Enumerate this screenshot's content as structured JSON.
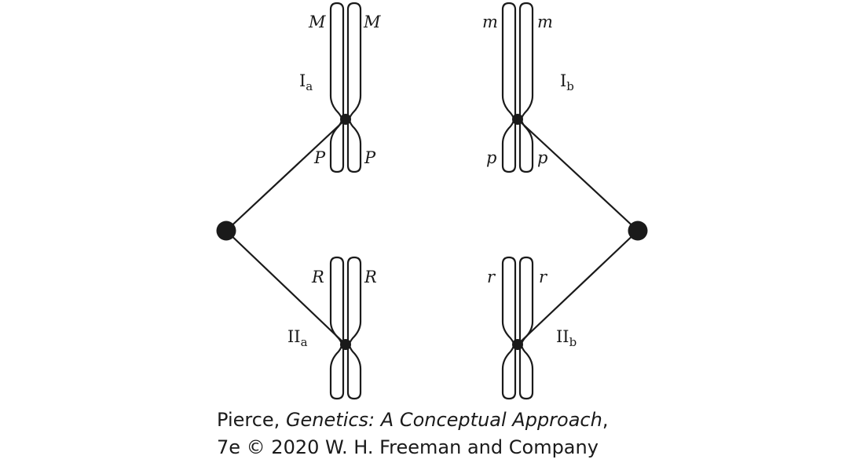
{
  "alleles": {
    "Ia_top_left": "M",
    "Ia_top_right": "M",
    "Ia_bottom_left": "P",
    "Ia_bottom_right": "P",
    "Ib_top_left": "m",
    "Ib_top_right": "m",
    "Ib_bottom_left": "p",
    "Ib_bottom_right": "p",
    "IIa_left": "R",
    "IIa_right": "R",
    "IIb_left": "r",
    "IIb_right": "r"
  },
  "chromosome_labels": {
    "Ia": {
      "base": "I",
      "sub": "a"
    },
    "Ib": {
      "base": "I",
      "sub": "b"
    },
    "IIa": {
      "base": "II",
      "sub": "a"
    },
    "IIb": {
      "base": "II",
      "sub": "b"
    }
  },
  "caption": {
    "author": "Pierce, ",
    "book_title": "Genetics: A Conceptual Approach",
    "line1_end": ",",
    "line2": "7e © 2020 W. H. Freeman and Company"
  }
}
